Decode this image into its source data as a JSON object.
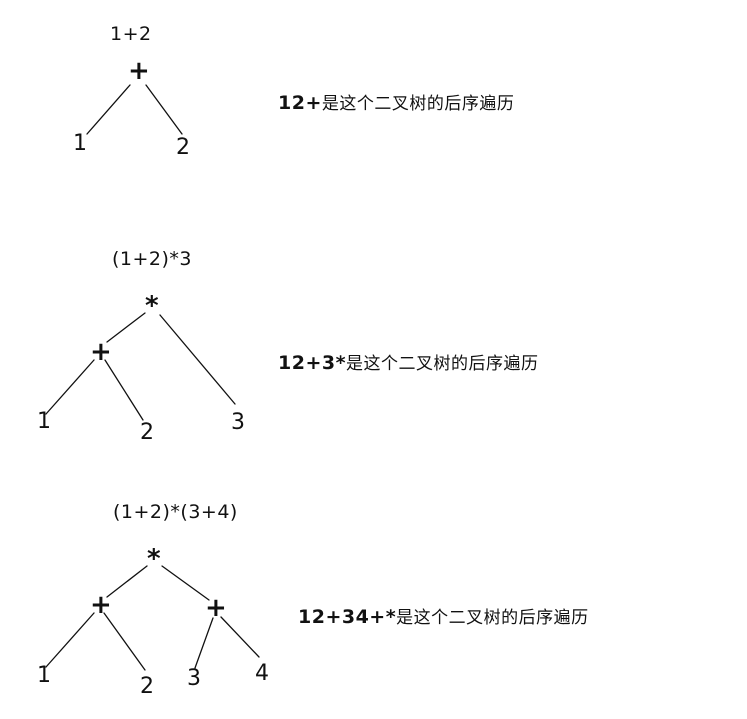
{
  "trees": [
    {
      "expression": "1+2",
      "nodes": {
        "root": "+",
        "leaf1": "1",
        "leaf2": "2"
      },
      "postfix": "12+",
      "note": "是这个二叉树的后序遍历"
    },
    {
      "expression": "(1+2)*3",
      "nodes": {
        "root": "*",
        "plus": "+",
        "leaf1": "1",
        "leaf2": "2",
        "leaf3": "3"
      },
      "postfix": "12+3*",
      "note": "是这个二叉树的后序遍历"
    },
    {
      "expression": "(1+2)*(3+4)",
      "nodes": {
        "root": "*",
        "plus_left": "+",
        "plus_right": "+",
        "leaf1": "1",
        "leaf2": "2",
        "leaf3": "3",
        "leaf4": "4"
      },
      "postfix": "12+34+*",
      "note": "是这个二叉树的后序遍历"
    }
  ],
  "colors": {
    "ink": "#111111",
    "background": "#ffffff"
  }
}
